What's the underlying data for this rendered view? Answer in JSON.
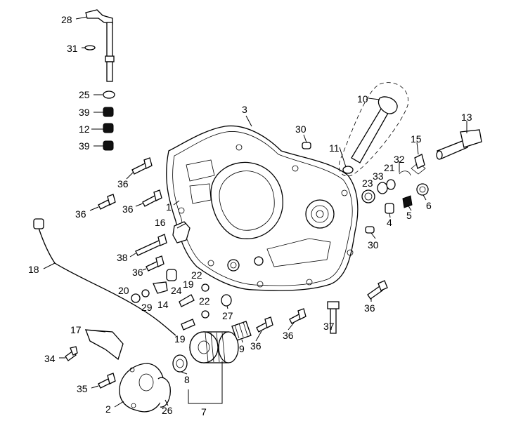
{
  "callouts": {
    "c1": "1",
    "c2": "2",
    "c3": "3",
    "c4": "4",
    "c5": "5",
    "c6": "6",
    "c7": "7",
    "c8": "8",
    "c9": "9",
    "c10": "10",
    "c11": "11",
    "c12": "12",
    "c13": "13",
    "c14": "14",
    "c15": "15",
    "c16": "16",
    "c17": "17",
    "c18": "18",
    "c19a": "19",
    "c19b": "19",
    "c20": "20",
    "c21": "21",
    "c22a": "22",
    "c22b": "22",
    "c23": "23",
    "c24": "24",
    "c25": "25",
    "c26": "26",
    "c27": "27",
    "c28": "28",
    "c29": "29",
    "c30a": "30",
    "c30b": "30",
    "c31": "31",
    "c32": "32",
    "c33": "33",
    "c34": "34",
    "c35": "35",
    "c36a": "36",
    "c36b": "36",
    "c36c": "36",
    "c36d": "36",
    "c36e": "36",
    "c36f": "36",
    "c36g": "36",
    "c37": "37",
    "c38": "38",
    "c39a": "39",
    "c39b": "39"
  }
}
